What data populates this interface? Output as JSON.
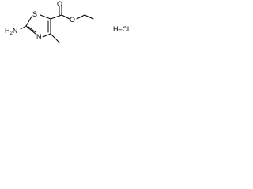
{
  "molecule": {
    "amino_group": "H2N",
    "amino_prefix": "H",
    "amino_subscript": "2",
    "amino_suffix": "N",
    "ring_sulfur": "S",
    "ring_nitrogen": "N",
    "carbonyl_oxygen": "O",
    "ester_oxygen": "O",
    "salt": "H–Cl"
  },
  "colors": {
    "bond": "#000000",
    "text": "#000000",
    "background": "#ffffff"
  }
}
